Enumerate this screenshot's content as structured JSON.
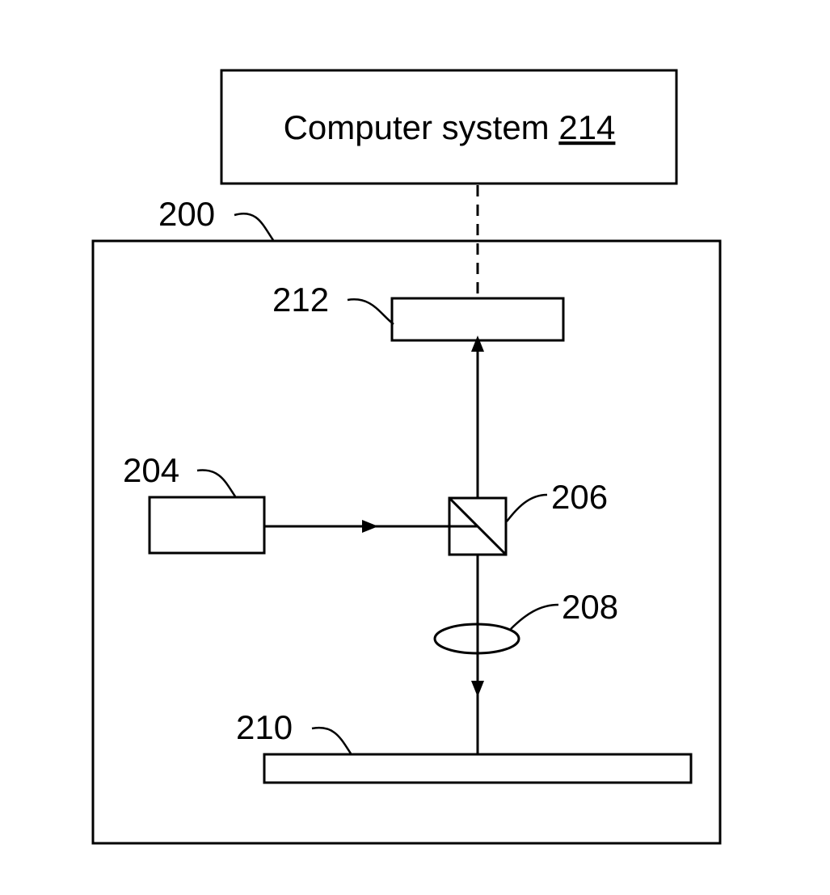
{
  "computer_system": {
    "text": "Computer system ",
    "ref": "214"
  },
  "labels": {
    "system": "200",
    "detector": "212",
    "source": "204",
    "splitter": "206",
    "lens": "208",
    "substrate": "210"
  },
  "colors": {
    "stroke": "#000000",
    "background": "#ffffff"
  }
}
